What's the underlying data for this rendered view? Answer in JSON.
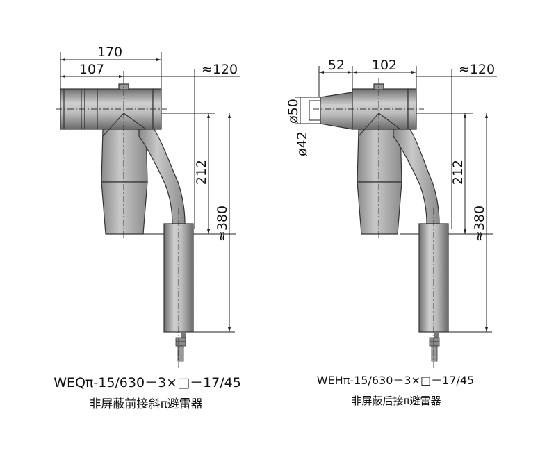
{
  "left_drawing": {
    "dim_total_width": "170",
    "dim_body_width": "107",
    "dim_tail": "≈120",
    "dim_height_body": "212",
    "dim_height_total": "≈380",
    "model": "WEQπ-15/630－3×□－17/45",
    "description": "非屏蔽前接斜π避雷器"
  },
  "right_drawing": {
    "dim_front": "52",
    "dim_body_width": "102",
    "dim_tail": "≈120",
    "dim_dia_outer": "ø50",
    "dim_dia_inner": "ø42",
    "dim_height_body": "212",
    "dim_height_total": "≈380",
    "model": "WEHπ-15/630－3×□－17/45",
    "description": "非屏蔽后接π避雷器"
  },
  "colors": {
    "body_gray": "#a6a6a6",
    "body_dark": "#7a7a7a",
    "body_light": "#d0d0d0"
  }
}
